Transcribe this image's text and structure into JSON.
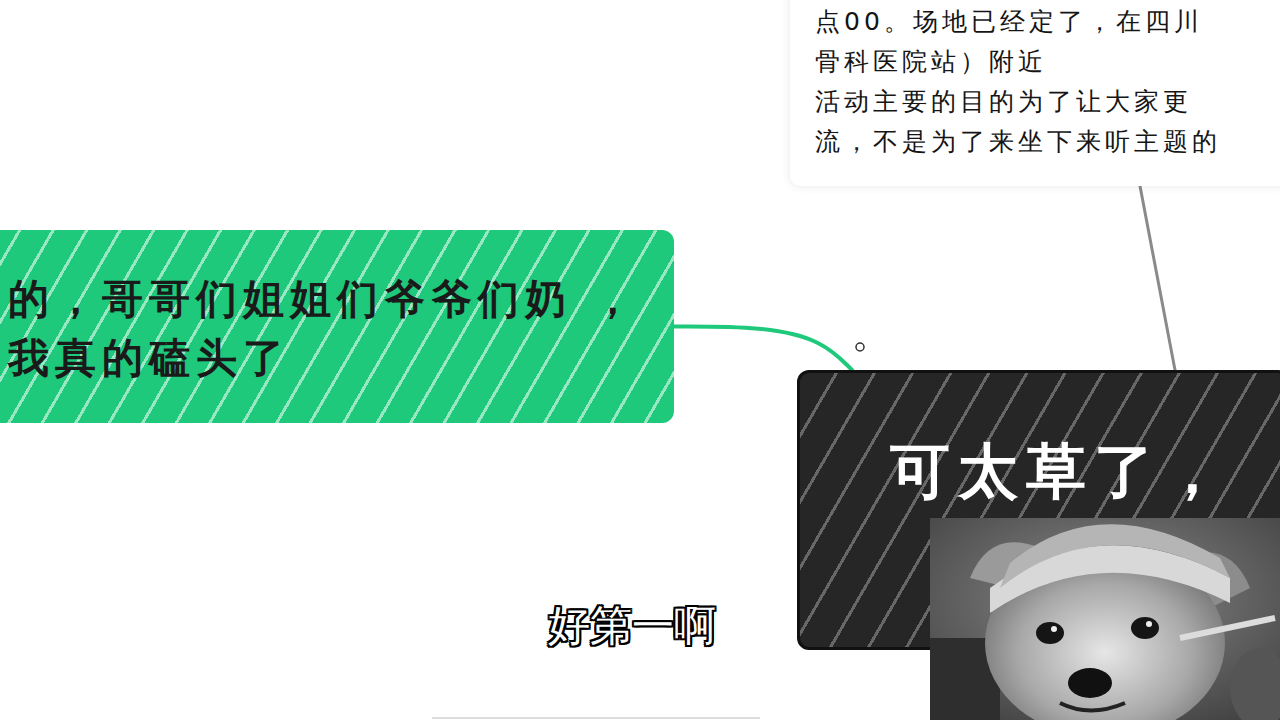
{
  "diagram": {
    "nodes": [
      {
        "text": [
          "点00。场地已经定了，在四川 骨科医院站）附近 活动主要的目的为了让大家更 流，不是为了来坐下来听主题的"
        ]
      },
      {
        "text": [
          "的，哥哥们姐姐们爷爷们奶 ，我真的磕头了"
        ]
      },
      {
        "text": [
          "可太草了，"
        ]
      }
    ],
    "edges": [
      {
        "from": 1,
        "to": 2,
        "arrow": "none"
      },
      {
        "from": 0,
        "to": 2,
        "arrow": "none"
      }
    ],
    "labels": [
      "好第一啊"
    ]
  }
}
